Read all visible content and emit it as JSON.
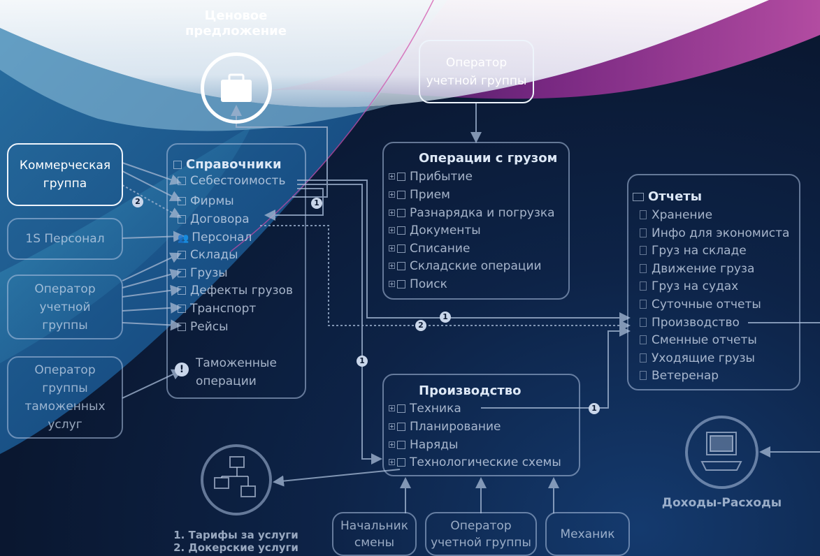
{
  "top": {
    "title": "Ценовое\nпредложение"
  },
  "actors": {
    "commercial": "Коммерческая\nгруппа",
    "personnel": "1S Персонал",
    "operator_left": "Оператор\nучетной\nгруппы",
    "customs_group": "Оператор\nгруппы\nтаможенных\nуслуг",
    "operator_top": "Оператор\nучетной группы",
    "shift_chief": "Начальник\nсмены",
    "operator_bottom": "Оператор\nучетной группы",
    "mechanic": "Механик"
  },
  "directories": {
    "title": "Справочники",
    "items": [
      "Себестоимость",
      "Фирмы",
      "Договора",
      "Персонал",
      "Склады",
      "Грузы",
      "Дефекты грузов",
      "Транспорт",
      "Рейсы"
    ],
    "customs": "Таможенные\nоперации"
  },
  "cargo_ops": {
    "title": "Операции с грузом",
    "items": [
      "Прибытие",
      "Прием",
      "Разнарядка и погрузка",
      "Документы",
      "Списание",
      "Складские операции",
      "Поиск"
    ]
  },
  "reports": {
    "title": "Отчеты",
    "items": [
      "Хранение",
      "Инфо для экономиста",
      "Груз на складе",
      "Движение груза",
      "Груз на судах",
      "Суточные отчеты",
      "Производство",
      "Сменные отчеты",
      "Уходящие грузы",
      "Ветеренар"
    ]
  },
  "production": {
    "title": "Производство",
    "items": [
      "Техника",
      "Планирование",
      "Наряды",
      "Технологические схемы"
    ]
  },
  "bottom_left_caption": "1. Тарифы за услуги\n2. Докерские услуги",
  "income_caption": "Доходы-Расходы",
  "markers": {
    "one": "1",
    "two": "2"
  },
  "icons": {
    "briefcase": "briefcase-icon",
    "network": "network-computers-icon",
    "computer": "computer-icon",
    "folder": "folder-icon",
    "directory": "directory-icon",
    "people": "people-icon",
    "warning": "exclamation-icon",
    "document": "document-icon"
  },
  "colors": {
    "background": "#0c1a33",
    "accent": "#c9d6ea",
    "swoosh_magenta": "#8a2a8e",
    "swoosh_cyan": "#2a8fb5"
  }
}
